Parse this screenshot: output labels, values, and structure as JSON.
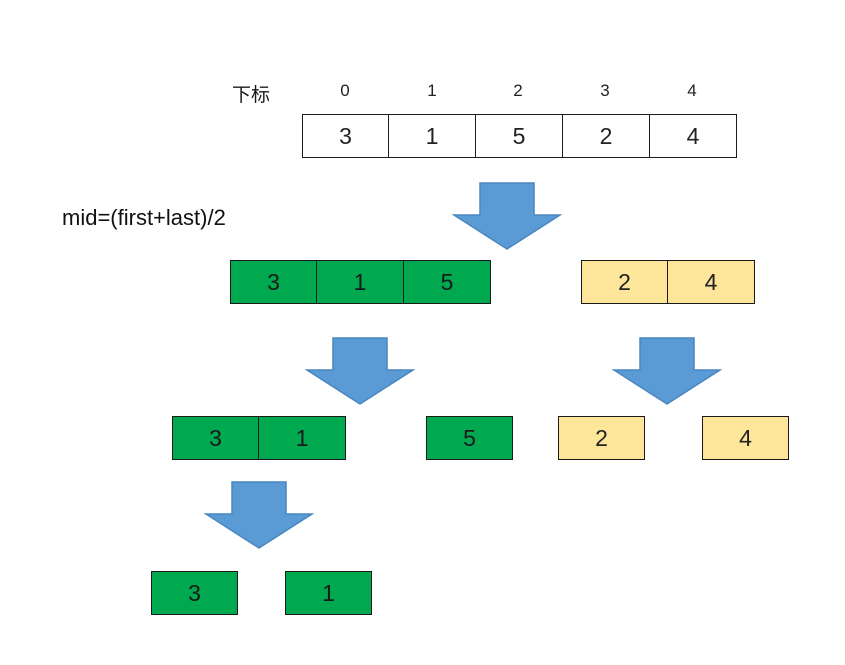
{
  "index_header": "下标",
  "indices": [
    "0",
    "1",
    "2",
    "3",
    "4"
  ],
  "formula": "mid=(first+last)/2",
  "original_array": [
    "3",
    "1",
    "5",
    "2",
    "4"
  ],
  "level1": {
    "left": [
      "3",
      "1",
      "5"
    ],
    "right": [
      "2",
      "4"
    ]
  },
  "level2": {
    "left_left": [
      "3",
      "1"
    ],
    "left_right": [
      "5"
    ],
    "right_left": [
      "2"
    ],
    "right_right": [
      "4"
    ]
  },
  "level3": {
    "a": [
      "3"
    ],
    "b": [
      "1"
    ]
  },
  "colors": {
    "arrow_fill": "#5b9bd5",
    "arrow_stroke": "#4a86c0",
    "green": "#00a94f",
    "yellow": "#fde59a",
    "white": "#ffffff"
  }
}
